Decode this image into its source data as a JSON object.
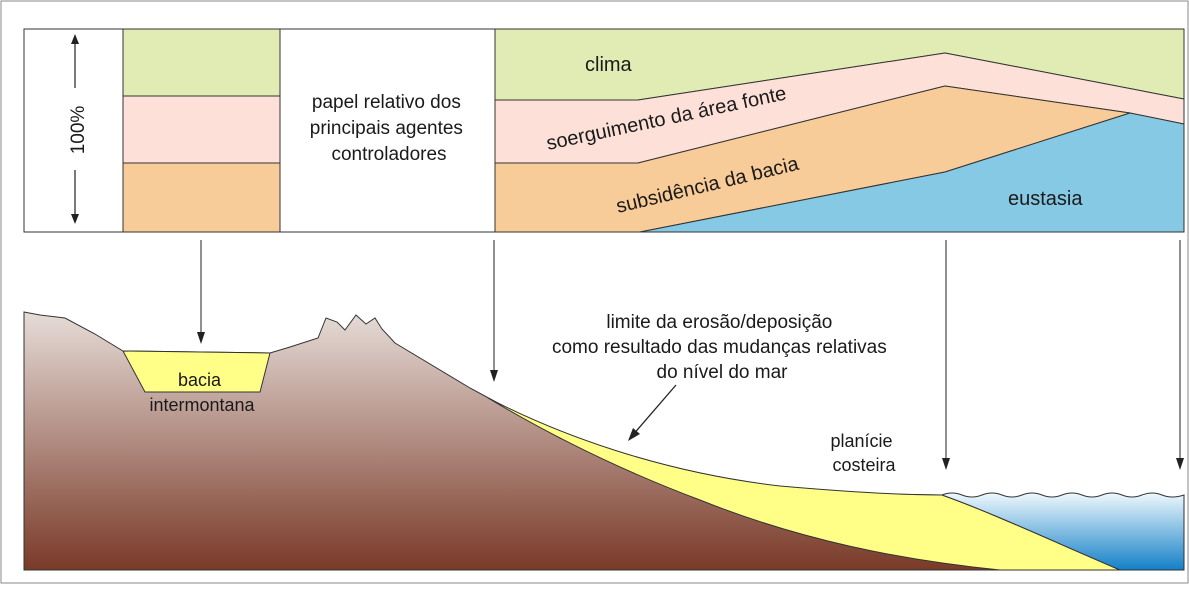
{
  "top_panel": {
    "scale_label": "100%",
    "center_caption": [
      "papel relativo dos",
      "principais agentes",
      "controladores"
    ],
    "labels": {
      "clima": "clima",
      "soerguimento": "soerguimento da área fonte",
      "subsidencia": "subsidência da bacia",
      "eustasia": "eustasia"
    },
    "colors": {
      "clima": "#e0ecb4",
      "soerguimento": "#fde0d8",
      "subsidencia": "#f8cc98",
      "eustasia": "#86c9e4"
    }
  },
  "bottom_panel": {
    "basin_label": [
      "bacia",
      "intermontana"
    ],
    "erosion_label": [
      "limite da erosão/deposição",
      "como resultado das mudanças relativas",
      "do nível do mar"
    ],
    "plain_label": [
      "planície",
      "costeira"
    ],
    "colors": {
      "sediment": "#ffff88",
      "terrain_top": "#d8c8c4",
      "terrain_bottom": "#7a3a28",
      "sea_top": "#d8eef8",
      "sea_bottom": "#1a8ad0"
    }
  }
}
